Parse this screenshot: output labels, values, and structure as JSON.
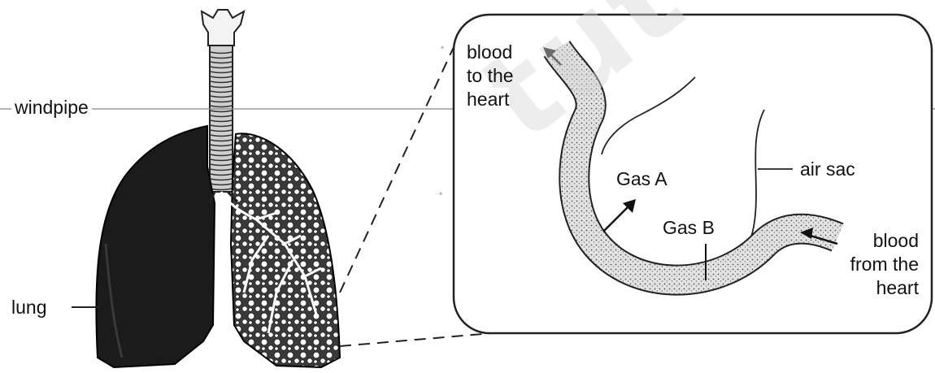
{
  "labels": {
    "windpipe": "windpipe",
    "lung": "lung",
    "blood_to_heart": [
      "blood",
      "to the",
      "heart"
    ],
    "gas_a": "Gas A",
    "gas_b": "Gas B",
    "air_sac": "air sac",
    "blood_from_heart": [
      "blood",
      "from the",
      "heart"
    ]
  },
  "watermark": "tutor.sg"
}
